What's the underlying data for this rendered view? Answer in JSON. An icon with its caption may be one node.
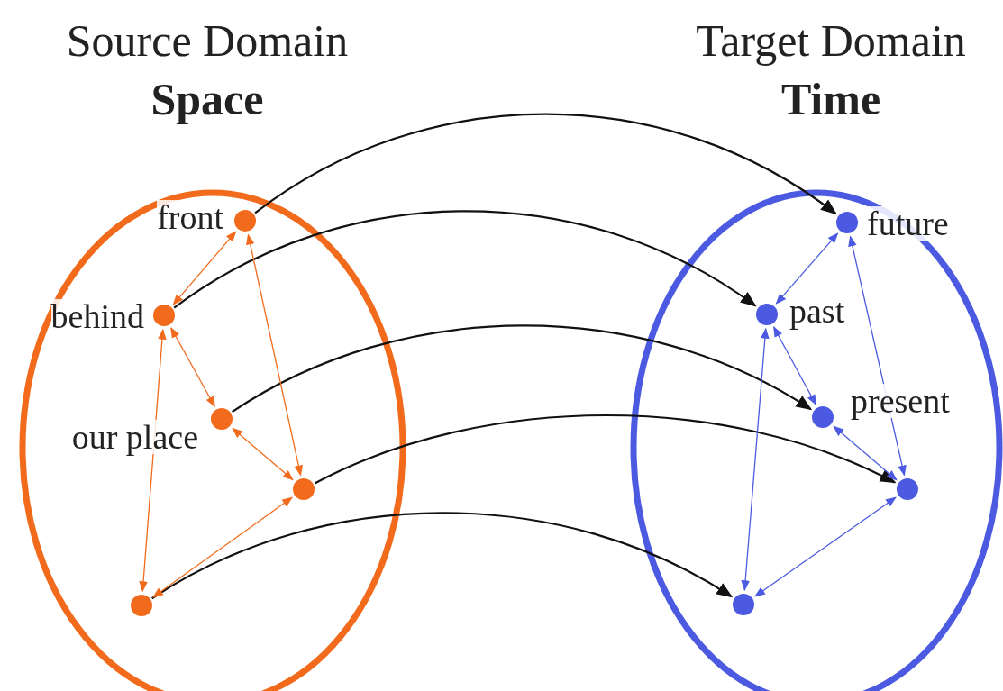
{
  "diagram": {
    "nodes": [
      {
        "text": [
          "Source Domain",
          "Space"
        ]
      },
      {
        "text": [],
        "shape": "circle",
        "in": 0,
        "beside": [
          "front"
        ]
      },
      {
        "text": [],
        "shape": "circle",
        "in": 0,
        "beside": [
          "behind"
        ]
      },
      {
        "text": [],
        "shape": "circle",
        "in": 0,
        "beside": [
          "our place"
        ]
      },
      {
        "text": [],
        "shape": "circle",
        "in": 0
      },
      {
        "text": [],
        "shape": "circle",
        "in": 0
      },
      {
        "text": [
          "Target Domain",
          "Time"
        ]
      },
      {
        "text": [],
        "shape": "circle",
        "in": 6,
        "beside": [
          "future"
        ]
      },
      {
        "text": [],
        "shape": "circle",
        "in": 6,
        "beside": [
          "past"
        ]
      },
      {
        "text": [],
        "shape": "circle",
        "in": 6,
        "beside": [
          "present"
        ]
      },
      {
        "text": [],
        "shape": "circle",
        "in": 6
      },
      {
        "text": [],
        "shape": "circle",
        "in": 6
      }
    ],
    "edges": [
      {
        "from": 1,
        "to": 7,
        "arrow": "to",
        "color": "#111111"
      },
      {
        "from": 2,
        "to": 8,
        "arrow": "to",
        "color": "#111111"
      },
      {
        "from": 3,
        "to": 9,
        "arrow": "to",
        "color": "#111111"
      },
      {
        "from": 4,
        "to": 10,
        "arrow": "to",
        "color": "#111111"
      },
      {
        "from": 5,
        "to": 11,
        "arrow": "to",
        "color": "#111111"
      },
      {
        "from": 1,
        "to": 2,
        "arrow": "both",
        "color": "#f26a1b"
      },
      {
        "from": 1,
        "to": 4,
        "arrow": "both",
        "color": "#f26a1b"
      },
      {
        "from": 2,
        "to": 3,
        "arrow": "both",
        "color": "#f26a1b"
      },
      {
        "from": 2,
        "to": 5,
        "arrow": "both",
        "color": "#f26a1b"
      },
      {
        "from": 3,
        "to": 4,
        "arrow": "both",
        "color": "#f26a1b"
      },
      {
        "from": 5,
        "to": 4,
        "arrow": "both",
        "color": "#f26a1b"
      },
      {
        "from": 7,
        "to": 8,
        "arrow": "both",
        "color": "#4b5ae0"
      },
      {
        "from": 7,
        "to": 10,
        "arrow": "both",
        "color": "#4b5ae0"
      },
      {
        "from": 8,
        "to": 9,
        "arrow": "both",
        "color": "#4b5ae0"
      },
      {
        "from": 8,
        "to": 11,
        "arrow": "both",
        "color": "#4b5ae0"
      },
      {
        "from": 9,
        "to": 10,
        "arrow": "both",
        "color": "#4b5ae0"
      },
      {
        "from": 11,
        "to": 10,
        "arrow": "both",
        "color": "#4b5ae0"
      }
    ]
  }
}
